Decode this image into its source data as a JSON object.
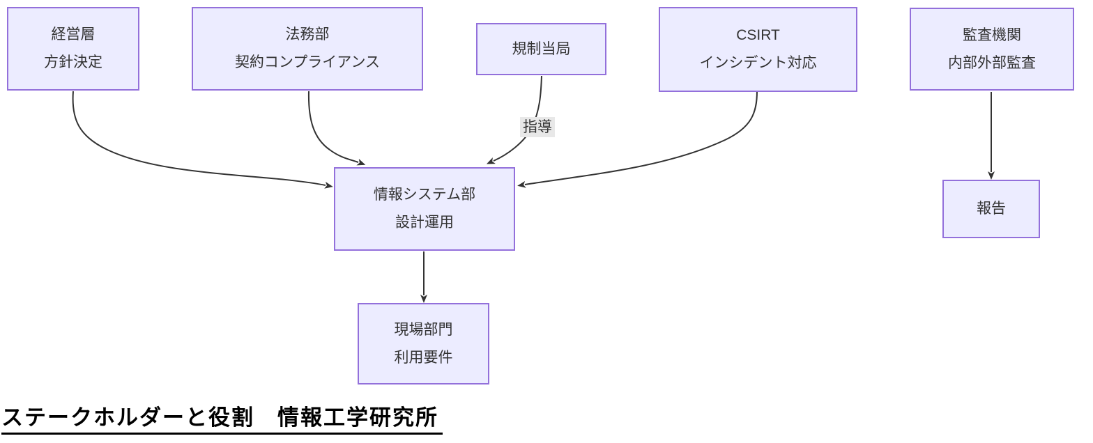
{
  "diagram": {
    "nodes": {
      "management": {
        "lines": [
          "経営層",
          "方針決定"
        ]
      },
      "legal": {
        "lines": [
          "法務部",
          "契約コンプライアンス"
        ]
      },
      "regulator": {
        "lines": [
          "規制当局"
        ]
      },
      "csirt": {
        "lines": [
          "CSIRT",
          "インシデント対応"
        ]
      },
      "auditor": {
        "lines": [
          "監査機関",
          "内部外部監査"
        ]
      },
      "it_department": {
        "lines": [
          "情報システム部",
          "設計運用"
        ]
      },
      "report": {
        "lines": [
          "報告"
        ]
      },
      "field_department": {
        "lines": [
          "現場部門",
          "利用要件"
        ]
      }
    },
    "edges": [
      {
        "from": "management",
        "to": "it_department",
        "label": ""
      },
      {
        "from": "legal",
        "to": "it_department",
        "label": ""
      },
      {
        "from": "regulator",
        "to": "it_department",
        "label": "指導"
      },
      {
        "from": "csirt",
        "to": "it_department",
        "label": ""
      },
      {
        "from": "auditor",
        "to": "report",
        "label": ""
      },
      {
        "from": "it_department",
        "to": "field_department",
        "label": ""
      }
    ],
    "colors": {
      "node_fill": "#ECECFF",
      "node_border": "#9370DB",
      "edge_line": "#333333",
      "edge_label_background": "#E8E8E8",
      "node_text": "#333333",
      "title_text": "#000000"
    }
  },
  "footer": {
    "title": "ステークホルダーと役割　情報工学研究所"
  }
}
